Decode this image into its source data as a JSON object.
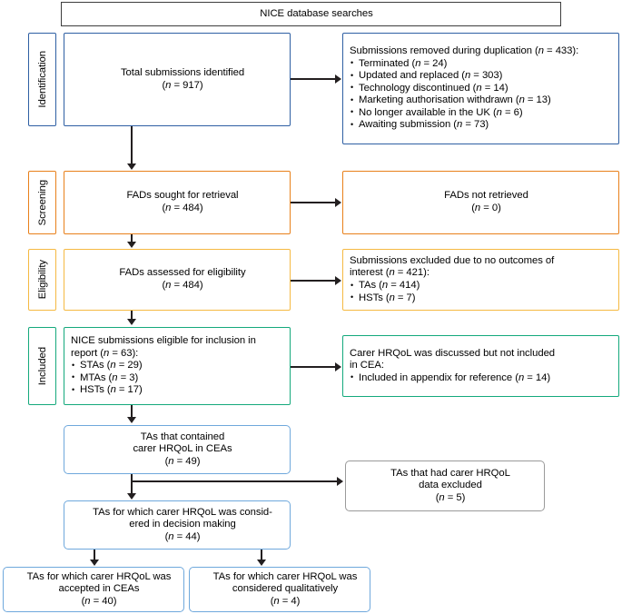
{
  "header": {
    "title": "NICE database searches",
    "border_color": "#3d3d3d"
  },
  "stages": [
    {
      "key": "identification",
      "label": "Identification",
      "color": "#2e5fa3"
    },
    {
      "key": "screening",
      "label": "Screening",
      "color": "#e8801a"
    },
    {
      "key": "eligibility",
      "label": "Eligibility",
      "color": "#f5b942"
    },
    {
      "key": "included",
      "label": "Included",
      "color": "#14a97c"
    }
  ],
  "boxes": {
    "identification_main": {
      "color": "#2e5fa3",
      "line1": "Total submissions identified",
      "line2_pre": "(",
      "line2_n": "n",
      "line2_post": " = 917)"
    },
    "identification_excluded": {
      "color": "#2e5fa3",
      "lead_pre": "Submissions removed during duplication (",
      "lead_n": "n",
      "lead_post": " = 433):",
      "items": [
        {
          "text": "Terminated (",
          "n": "n",
          "tail": " = 24)"
        },
        {
          "text": "Updated and replaced (",
          "n": "n",
          "tail": " = 303)"
        },
        {
          "text": "Technology discontinued (",
          "n": "n",
          "tail": " = 14)"
        },
        {
          "text": "Marketing authorisation withdrawn (",
          "n": "n",
          "tail": " = 13)"
        },
        {
          "text": "No longer available in the UK (",
          "n": "n",
          "tail": " = 6)"
        },
        {
          "text": "Awaiting submission (",
          "n": "n",
          "tail": " = 73)"
        }
      ]
    },
    "screening_main": {
      "color": "#e8801a",
      "line1": "FADs sought for retrieval",
      "line2_pre": "(",
      "line2_n": "n",
      "line2_post": " = 484)"
    },
    "screening_excluded": {
      "color": "#e8801a",
      "line1": "FADs not retrieved",
      "line2_pre": "(",
      "line2_n": "n",
      "line2_post": " = 0)"
    },
    "eligibility_main": {
      "color": "#f5b942",
      "line1": "FADs assessed for eligibility",
      "line2_pre": "(",
      "line2_n": "n",
      "line2_post": " = 484)"
    },
    "eligibility_excluded": {
      "color": "#f5b942",
      "lead_a": "Submissions excluded due to no outcomes of",
      "lead_b_pre": "interest (",
      "lead_b_n": "n",
      "lead_b_post": " = 421):",
      "items": [
        {
          "text": "TAs (",
          "n": "n",
          "tail": " = 414)"
        },
        {
          "text": "HSTs (",
          "n": "n",
          "tail": " = 7)"
        }
      ]
    },
    "included_main": {
      "color": "#14a97c",
      "lead_a": "NICE submissions eligible for inclusion in",
      "lead_b_pre": "report (",
      "lead_b_n": "n",
      "lead_b_post": " = 63):",
      "items": [
        {
          "text": "STAs (",
          "n": "n",
          "tail": " = 29)"
        },
        {
          "text": "MTAs (",
          "n": "n",
          "tail": " = 3)"
        },
        {
          "text": "HSTs (",
          "n": "n",
          "tail": " = 17)"
        }
      ]
    },
    "included_excluded": {
      "color": "#14a97c",
      "lead_a": "Carer HRQoL was discussed but not included",
      "lead_b": "in CEA:",
      "items": [
        {
          "text": "Included in appendix for reference (",
          "n": "n",
          "tail": " = 14)"
        }
      ]
    },
    "tas_contained": {
      "color": "#6fa8dc",
      "line1": "TAs that contained",
      "line2": "carer HRQoL in CEAs",
      "line3_pre": "(",
      "line3_n": "n",
      "line3_post": " = 49)"
    },
    "tas_data_excluded": {
      "color": "#9a9a9a",
      "line1": "TAs that had carer HRQoL",
      "line2": "data excluded",
      "line3_pre": "(",
      "line3_n": "n",
      "line3_post": " = 5)"
    },
    "tas_considered": {
      "color": "#6fa8dc",
      "line1": "TAs for which carer HRQoL was consid-",
      "line2": "ered in decision making",
      "line3_pre": "(",
      "line3_n": "n",
      "line3_post": " = 44)"
    },
    "tas_accepted": {
      "color": "#6fa8dc",
      "line1": "TAs for which carer HRQoL was",
      "line2": "accepted in CEAs",
      "line3_pre": "(",
      "line3_n": "n",
      "line3_post": " = 40)"
    },
    "tas_qualitative": {
      "color": "#6fa8dc",
      "line1": "TAs for which carer HRQoL was",
      "line2": "considered qualitatively",
      "line3_pre": "(",
      "line3_n": "n",
      "line3_post": " = 4)"
    }
  }
}
